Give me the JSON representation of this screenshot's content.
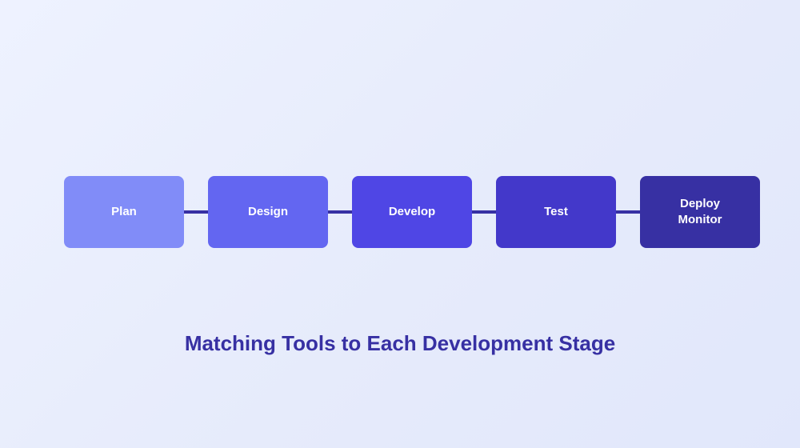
{
  "diagram": {
    "title": "Matching Tools to Each Development Stage",
    "stages": [
      {
        "label": "Plan",
        "color": "#818cf8"
      },
      {
        "label": "Design",
        "color": "#6366f1"
      },
      {
        "label": "Develop",
        "color": "#4f46e5"
      },
      {
        "label": "Test",
        "color": "#4338ca"
      },
      {
        "label": "Deploy\nMonitor",
        "color": "#3730a3"
      }
    ],
    "connector_color": "#3730a3"
  }
}
